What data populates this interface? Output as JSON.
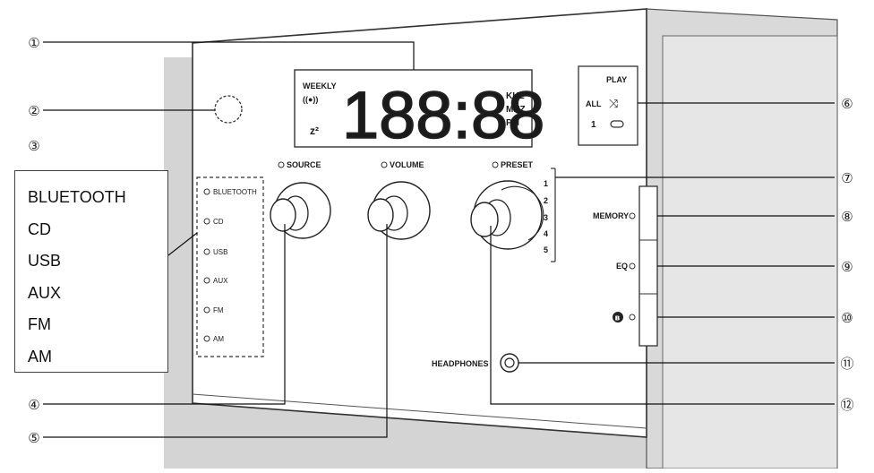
{
  "callouts": [
    "①",
    "②",
    "③",
    "④",
    "⑤",
    "⑥",
    "⑦",
    "⑧",
    "⑨",
    "⑩",
    "⑪",
    "⑫"
  ],
  "display": {
    "weekly": "WEEKLY",
    "alarm_symbol": "((●))",
    "sleep": "z²",
    "digits": "188:88",
    "khz": "KHZ",
    "mhz": "MHZ",
    "pm": "PM"
  },
  "play_panel": {
    "play": "PLAY",
    "all": "ALL",
    "shuffle_symbol": "⤨",
    "one": "1"
  },
  "knobs": {
    "source": "SOURCE",
    "volume": "VOLUME",
    "preset": "PRESET"
  },
  "source_indicators": [
    "BLUETOOTH",
    "CD",
    "USB",
    "AUX",
    "FM",
    "AM"
  ],
  "preset_numbers": [
    "1",
    "2",
    "3",
    "4",
    "5"
  ],
  "buttons": {
    "memory": "MEMORY",
    "eq": "EQ",
    "bluetooth_symbol": "ʙ"
  },
  "headphones": "HEADPHONES",
  "legend": [
    "BLUETOOTH",
    "CD",
    "USB",
    "AUX",
    "FM",
    "AM"
  ]
}
